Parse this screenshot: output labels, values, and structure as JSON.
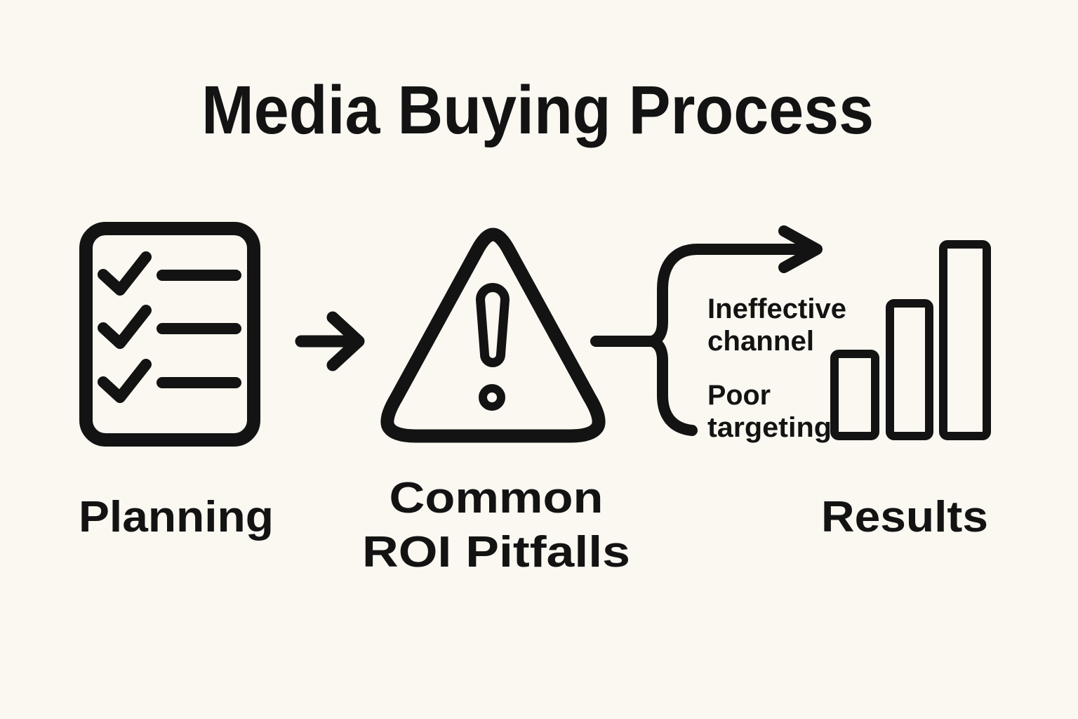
{
  "title": "Media Buying Process",
  "colors": {
    "background": "#FAF8F1",
    "ink": "#131313"
  },
  "nodes": [
    {
      "id": "planning",
      "icon": "checklist-icon",
      "label": "Planning"
    },
    {
      "id": "pitfalls",
      "icon": "warning-triangle-icon",
      "label_line1": "Common",
      "label_line2": "ROI Pitfalls"
    },
    {
      "id": "results",
      "icon": "bar-chart-icon",
      "label": "Results"
    }
  ],
  "branch_labels": [
    {
      "line1": "Ineffective",
      "line2": "channel"
    },
    {
      "line1": "Poor",
      "line2": "targeting"
    }
  ],
  "connectors": [
    {
      "id": "planning-to-pitfalls",
      "type": "arrow-right"
    },
    {
      "id": "pitfalls-split",
      "type": "brace-branch"
    },
    {
      "id": "split-to-results",
      "type": "curved-arrow-right"
    }
  ]
}
